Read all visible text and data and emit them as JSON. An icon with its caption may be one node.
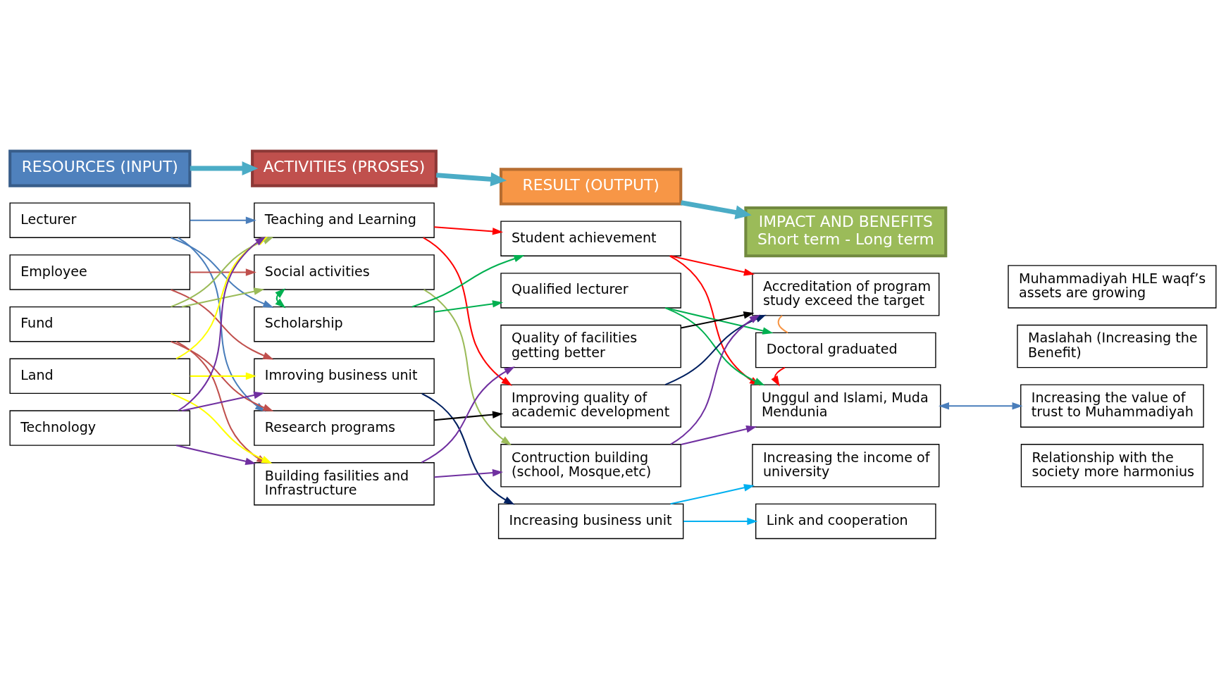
{
  "diagram": {
    "nodes": [
      {
        "text": [
          "RESOURCES (INPUT)"
        ]
      },
      {
        "text": [
          "ACTIVITIES (PROSES)"
        ]
      },
      {
        "text": [
          "RESULT (OUTPUT)"
        ]
      },
      {
        "text": [
          "IMPACT AND BENEFITS",
          "Short term - Long term"
        ]
      },
      {
        "text": [
          "Lecturer"
        ]
      },
      {
        "text": [
          "Employee"
        ]
      },
      {
        "text": [
          "Fund"
        ]
      },
      {
        "text": [
          "Land"
        ]
      },
      {
        "text": [
          "Technology"
        ]
      },
      {
        "text": [
          "Teaching and Learning"
        ]
      },
      {
        "text": [
          "Social activities"
        ]
      },
      {
        "text": [
          "Scholarship"
        ]
      },
      {
        "text": [
          "Imroving business unit"
        ]
      },
      {
        "text": [
          "Research programs"
        ]
      },
      {
        "text": [
          "Building fasilities and Infrastructure"
        ]
      },
      {
        "text": [
          "Student achievement"
        ]
      },
      {
        "text": [
          "Qualified lecturer"
        ]
      },
      {
        "text": [
          "Quality of facilities getting better"
        ]
      },
      {
        "text": [
          "Improving quality of academic development"
        ]
      },
      {
        "text": [
          "Contruction building (school, Mosque,etc)"
        ]
      },
      {
        "text": [
          "Increasing business unit"
        ]
      },
      {
        "text": [
          "Accreditation of program study exceed the target"
        ]
      },
      {
        "text": [
          "Doctoral graduated"
        ]
      },
      {
        "text": [
          "Unggul and Islami, Muda Mendunia"
        ]
      },
      {
        "text": [
          "Increasing the income of university"
        ]
      },
      {
        "text": [
          "Link and cooperation"
        ]
      },
      {
        "text": [
          "Muhammadiyah HLE waqf’s assets are growing"
        ]
      },
      {
        "text": [
          "Maslahah (Increasing the Benefit)"
        ]
      },
      {
        "text": [
          "Increasing the value of trust to Muhammadiyah"
        ]
      },
      {
        "text": [
          "Relationship with the society more harmonius"
        ]
      }
    ],
    "edges": [
      {
        "from": 0,
        "to": 1,
        "arrow": "to",
        "style": "thick",
        "color": "#4bacc6"
      },
      {
        "from": 1,
        "to": 2,
        "arrow": "to",
        "style": "thick",
        "color": "#4bacc6"
      },
      {
        "from": 2,
        "to": 3,
        "arrow": "to",
        "style": "thick",
        "color": "#4bacc6"
      },
      {
        "from": 4,
        "to": 9,
        "arrow": "to",
        "color": "#4a7ebb"
      },
      {
        "from": 4,
        "to": 11,
        "arrow": "to",
        "color": "#4a7ebb"
      },
      {
        "from": 4,
        "to": 13,
        "arrow": "to",
        "color": "#4a7ebb"
      },
      {
        "from": 5,
        "to": 10,
        "arrow": "to",
        "color": "#c0504d"
      },
      {
        "from": 5,
        "to": 12,
        "arrow": "to",
        "color": "#c0504d"
      },
      {
        "from": 6,
        "to": 9,
        "arrow": "to",
        "color": "#9bbb59"
      },
      {
        "from": 6,
        "to": 10,
        "arrow": "to",
        "color": "#9bbb59"
      },
      {
        "from": 6,
        "to": 13,
        "arrow": "to",
        "color": "#c0504d"
      },
      {
        "from": 6,
        "to": 14,
        "arrow": "to",
        "color": "#c0504d"
      },
      {
        "from": 7,
        "to": 9,
        "arrow": "to",
        "color": "#ffff00"
      },
      {
        "from": 7,
        "to": 12,
        "arrow": "to",
        "color": "#ffff00"
      },
      {
        "from": 7,
        "to": 14,
        "arrow": "to",
        "color": "#ffff00"
      },
      {
        "from": 8,
        "to": 9,
        "arrow": "to",
        "color": "#7030a0"
      },
      {
        "from": 8,
        "to": 12,
        "arrow": "to",
        "color": "#7030a0"
      },
      {
        "from": 8,
        "to": 14,
        "arrow": "to",
        "color": "#7030a0"
      },
      {
        "from": 10,
        "to": 11,
        "arrow": "both",
        "color": "#00b050"
      },
      {
        "from": 9,
        "to": 15,
        "arrow": "to",
        "color": "#ff0000"
      },
      {
        "from": 9,
        "to": 18,
        "arrow": "to",
        "color": "#ff0000"
      },
      {
        "from": 10,
        "to": 19,
        "arrow": "to",
        "color": "#9bbb59"
      },
      {
        "from": 11,
        "to": 15,
        "arrow": "to",
        "color": "#00b050"
      },
      {
        "from": 11,
        "to": 16,
        "arrow": "to",
        "color": "#00b050"
      },
      {
        "from": 12,
        "to": 20,
        "arrow": "to",
        "color": "#002060"
      },
      {
        "from": 13,
        "to": 18,
        "arrow": "to",
        "color": "#000000"
      },
      {
        "from": 14,
        "to": 17,
        "arrow": "to",
        "color": "#7030a0"
      },
      {
        "from": 14,
        "to": 19,
        "arrow": "to",
        "color": "#7030a0"
      },
      {
        "from": 15,
        "to": 21,
        "arrow": "to",
        "color": "#ff0000"
      },
      {
        "from": 15,
        "to": 23,
        "arrow": "to",
        "color": "#ff0000"
      },
      {
        "from": 16,
        "to": 22,
        "arrow": "to",
        "color": "#00b050"
      },
      {
        "from": 16,
        "to": 23,
        "arrow": "to",
        "color": "#00b050"
      },
      {
        "from": 17,
        "to": 21,
        "arrow": "to",
        "color": "#000000"
      },
      {
        "from": 18,
        "to": 21,
        "arrow": "to",
        "color": "#002060"
      },
      {
        "from": 19,
        "to": 21,
        "arrow": "to",
        "color": "#7030a0"
      },
      {
        "from": 19,
        "to": 23,
        "arrow": "to",
        "color": "#7030a0"
      },
      {
        "from": 20,
        "to": 24,
        "arrow": "to",
        "color": "#00b0f0"
      },
      {
        "from": 20,
        "to": 25,
        "arrow": "to",
        "color": "#00b0f0"
      },
      {
        "from": 21,
        "to": 22,
        "arrow": "none",
        "color": "#f79646"
      },
      {
        "from": 22,
        "to": 23,
        "arrow": "to",
        "color": "#ff0000"
      },
      {
        "from": 23,
        "to": 28,
        "arrow": "both",
        "color": "#4a7ebb"
      }
    ]
  }
}
